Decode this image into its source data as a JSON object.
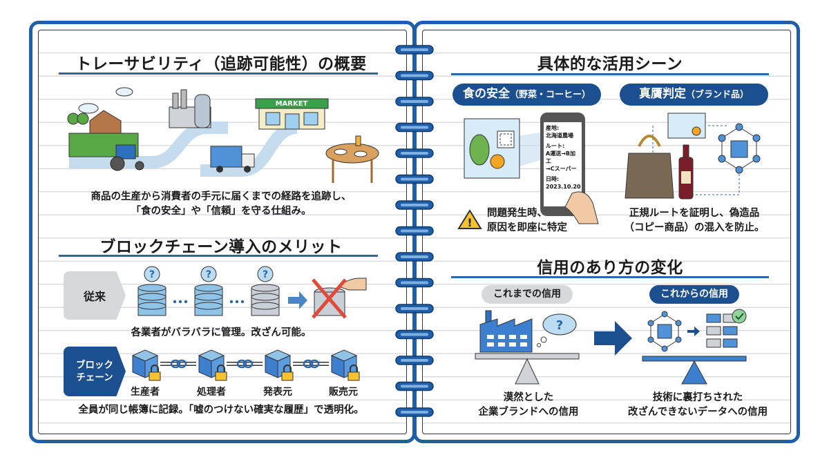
{
  "left_page": {
    "overview": {
      "title": "トレーサビリティ（追跡可能性）の概要",
      "market_sign": "MARKET",
      "description_line1": "商品の生産から消費者の手元に届くまでの経路を追跡し、",
      "description_line2": "「食の安全」や「信頼」を守る仕組み。"
    },
    "merits": {
      "title": "ブロックチェーン導入のメリット",
      "conventional_tag": "従来",
      "conventional_caption": "各業者がバラバラに管理。改ざん可能。",
      "blockchain_tag_line1": "ブロック",
      "blockchain_tag_line2": "チェーン",
      "chain_labels": [
        "生産者",
        "処理者",
        "発表元",
        "販売元"
      ],
      "blockchain_caption": "全員が同じ帳簿に記録。「嘘のつけない確実な履歴」で透明化。"
    }
  },
  "right_page": {
    "use_cases": {
      "title": "具体的な活用シーン",
      "food_pill": "食の安全",
      "food_pill_sub": "（野菜・コーヒー）",
      "phone_lines": [
        "産地:",
        "北海道農場",
        "ルート:",
        "A運送→B加工",
        "→Cスーパー",
        "日時:",
        "2023.10.20"
      ],
      "food_caption_line1": "問題発生時、",
      "food_caption_line2": "原因を即座に特定",
      "auth_pill": "真贋判定",
      "auth_pill_sub": "（ブランド品）",
      "auth_caption_line1": "正規ルートを証明し、偽造品",
      "auth_caption_line2": "（コピー商品）の混入を防止。"
    },
    "trust": {
      "title": "信用のあり方の変化",
      "old_pill": "これまでの信用",
      "new_pill": "これからの信用",
      "old_caption_line1": "漠然とした",
      "old_caption_line2": "企業ブランドへの信用",
      "new_caption_line1": "技術に裏打ちされた",
      "new_caption_line2": "改ざんできないデータへの信用"
    }
  },
  "colors": {
    "accent": "#1f5ea8",
    "navy": "#1c4f8f",
    "light_blue": "#8fc3e8",
    "gray": "#d6d8dc"
  }
}
